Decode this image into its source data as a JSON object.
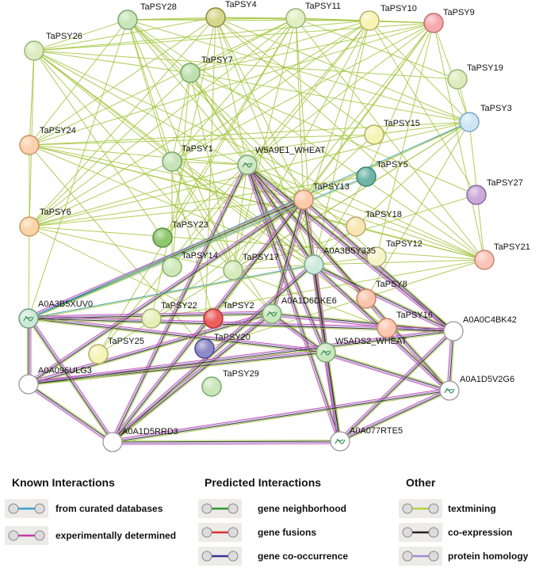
{
  "nodes": [
    {
      "id": "TaPSY28",
      "label": "TaPSY28",
      "color": "#c8e6b8",
      "stroke": "#7aa872"
    },
    {
      "id": "TaPSY4",
      "label": "TaPSY4",
      "color": "#d6d78e",
      "stroke": "#8c8c3e"
    },
    {
      "id": "TaPSY11",
      "label": "TaPSY11",
      "color": "#e2efc2",
      "stroke": "#9ab27a"
    },
    {
      "id": "TaPSY10",
      "label": "TaPSY10",
      "color": "#f7f4b2",
      "stroke": "#b6b26a"
    },
    {
      "id": "TaPSY9",
      "label": "TaPSY9",
      "color": "#f6a9ad",
      "stroke": "#c7696f"
    },
    {
      "id": "TaPSY26",
      "label": "TaPSY26",
      "color": "#dcecbe",
      "stroke": "#9bb37a"
    },
    {
      "id": "TaPSY7",
      "label": "TaPSY7",
      "color": "#bfe0ad",
      "stroke": "#74a664"
    },
    {
      "id": "TaPSY19",
      "label": "TaPSY19",
      "color": "#dcedbc",
      "stroke": "#9bb37a"
    },
    {
      "id": "TaPSY3",
      "label": "TaPSY3",
      "color": "#cde5f5",
      "stroke": "#7aa6c8"
    },
    {
      "id": "TaPSY15",
      "label": "TaPSY15",
      "color": "#f6f3b3",
      "stroke": "#b4b06b"
    },
    {
      "id": "TaPSY24",
      "label": "TaPSY24",
      "color": "#fbd0aa",
      "stroke": "#c99363"
    },
    {
      "id": "TaPSY1",
      "label": "TaPSY1",
      "color": "#c6e4b6",
      "stroke": "#7aa872"
    },
    {
      "id": "W5A9E1_WHEAT",
      "label": "W5A9E1_WHEAT",
      "color": "#cfe8c4",
      "stroke": "#7aa872"
    },
    {
      "id": "TaPSY5",
      "label": "TaPSY5",
      "color": "#6fb5a6",
      "stroke": "#3f8072"
    },
    {
      "id": "TaPSY13",
      "label": "TaPSY13",
      "color": "#fbcaaa",
      "stroke": "#c98f63"
    },
    {
      "id": "TaPSY27",
      "label": "TaPSY27",
      "color": "#c9a9d8",
      "stroke": "#8a68a0"
    },
    {
      "id": "TaPSY6",
      "label": "TaPSY6",
      "color": "#fbd5a8",
      "stroke": "#c99963"
    },
    {
      "id": "TaPSY23",
      "label": "TaPSY23",
      "color": "#8fc76e",
      "stroke": "#5a8f42"
    },
    {
      "id": "TaPSY18",
      "label": "TaPSY18",
      "color": "#f7e6b1",
      "stroke": "#bba86a"
    },
    {
      "id": "TaPSY12",
      "label": "TaPSY12",
      "color": "#f5f4c8",
      "stroke": "#b5b27d"
    },
    {
      "id": "TaPSY14",
      "label": "TaPSY14",
      "color": "#cde8b9",
      "stroke": "#86ad70"
    },
    {
      "id": "TaPSY17",
      "label": "TaPSY17",
      "color": "#d6ebbb",
      "stroke": "#8fb074"
    },
    {
      "id": "A0A3B5Y335",
      "label": "A0A3B5Y335",
      "color": "#cde9db",
      "stroke": "#7aa896"
    },
    {
      "id": "TaPSY21",
      "label": "TaPSY21",
      "color": "#fbc4b8",
      "stroke": "#c98478"
    },
    {
      "id": "TaPSY8",
      "label": "TaPSY8",
      "color": "#fbc4ac",
      "stroke": "#c98563"
    },
    {
      "id": "A0A3B5XUV0",
      "label": "A0A3B5XUV0",
      "color": "#cde9d6",
      "stroke": "#6f9d86"
    },
    {
      "id": "TaPSY22",
      "label": "TaPSY22",
      "color": "#e6f0b8",
      "stroke": "#a2b274"
    },
    {
      "id": "TaPSY2",
      "label": "TaPSY2",
      "color": "#ec5e5e",
      "stroke": "#b03232"
    },
    {
      "id": "A0A1D6DKE6",
      "label": "A0A1D6DKE6",
      "color": "#c9e8be",
      "stroke": "#7aa872"
    },
    {
      "id": "TaPSY16",
      "label": "TaPSY16",
      "color": "#fbc7b0",
      "stroke": "#c98868"
    },
    {
      "id": "A0A0C4BK42",
      "label": "A0A0C4BK42",
      "color": "#ffffff",
      "stroke": "#999999"
    },
    {
      "id": "TaPSY25",
      "label": "TaPSY25",
      "color": "#f5f4b6",
      "stroke": "#b3b06c"
    },
    {
      "id": "TaPSY20",
      "label": "TaPSY20",
      "color": "#8e89c8",
      "stroke": "#4e4a8a"
    },
    {
      "id": "W5ADS2_WHEAT",
      "label": "W5ADS2_WHEAT",
      "color": "#c8e6bc",
      "stroke": "#7aa872"
    },
    {
      "id": "A0A096ULG3",
      "label": "A0A096ULG3",
      "color": "#ffffff",
      "stroke": "#999999"
    },
    {
      "id": "TaPSY29",
      "label": "TaPSY29",
      "color": "#c8e6b8",
      "stroke": "#7aa872"
    },
    {
      "id": "A0A1D5V2G6",
      "label": "A0A1D5V2G6",
      "color": "#ffffff",
      "stroke": "#999999"
    },
    {
      "id": "A0A1D5RRD3",
      "label": "A0A1D5RRD3",
      "color": "#ffffff",
      "stroke": "#999999"
    },
    {
      "id": "A0A077RTE5",
      "label": "A0A077RTE5",
      "color": "#ffffff",
      "stroke": "#999999"
    }
  ],
  "edge_colors": {
    "textmining": "#a3c43c",
    "coexpression": "#222222",
    "homology": "#9b8fd6",
    "curated": "#3aa0d0",
    "experimental": "#c33aa8",
    "neighborhood": "#2c9a2c",
    "fusion": "#e03030",
    "cooccurrence": "#343494"
  },
  "legend": {
    "known": {
      "heading": "Known Interactions",
      "items": [
        {
          "label": "from curated databases",
          "color": "#3aa0d0"
        },
        {
          "label": "experimentally determined",
          "color": "#c33aa8"
        }
      ]
    },
    "predicted": {
      "heading": "Predicted Interactions",
      "items": [
        {
          "label": "gene neighborhood",
          "color": "#2c9a2c"
        },
        {
          "label": "gene fusions",
          "color": "#e03030"
        },
        {
          "label": "gene co-occurrence",
          "color": "#343494"
        }
      ]
    },
    "other": {
      "heading": "Other",
      "items": [
        {
          "label": "textmining",
          "color": "#b6cf3c"
        },
        {
          "label": "co-expression",
          "color": "#222222"
        },
        {
          "label": "protein homology",
          "color": "#9b8fd6"
        }
      ]
    }
  }
}
